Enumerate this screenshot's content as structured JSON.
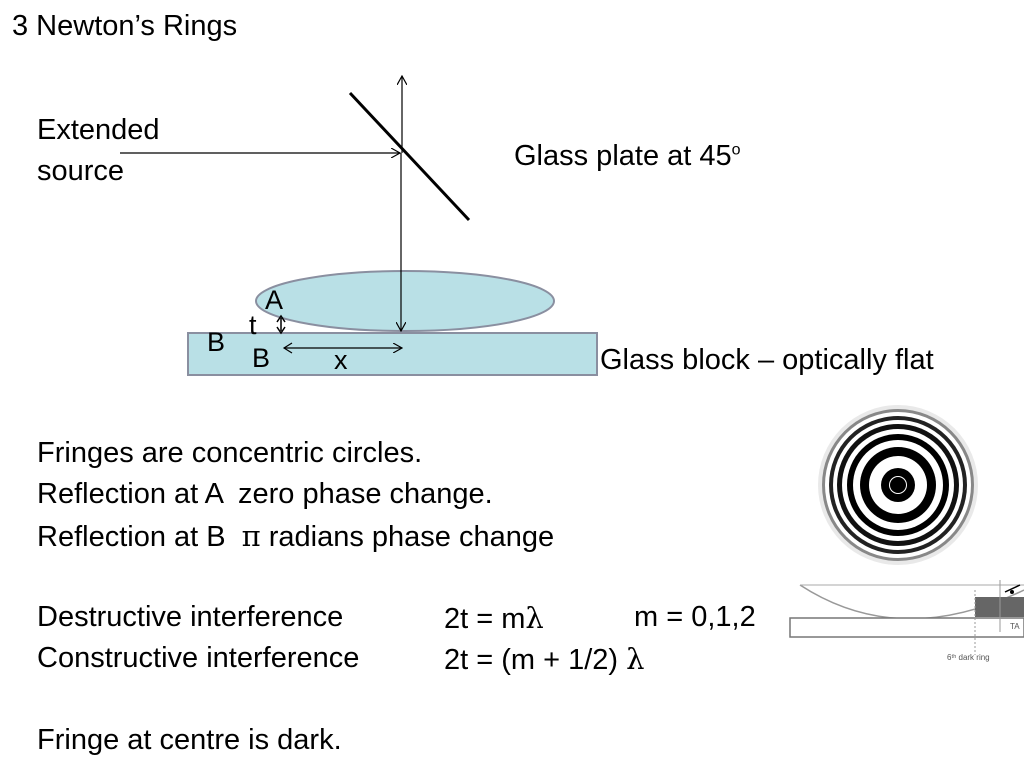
{
  "title": "3 Newton’s Rings",
  "diagram": {
    "source_label_1": "Extended",
    "source_label_2": "source",
    "plate_label": "Glass plate at 45",
    "plate_label_sup": "o",
    "label_A": "A",
    "label_t": "t",
    "label_B_left": "B",
    "label_B_inner": "B",
    "label_x": "x",
    "block_label": "Glass block – optically flat",
    "colors": {
      "lens_fill": "#b9e0e6",
      "lens_stroke": "#8a8fa0",
      "block_fill": "#b9e0e6",
      "line": "#000000"
    }
  },
  "text": {
    "line1": "Fringes are concentric circles.",
    "line2_a": "Reflection at A",
    "line2_b": "zero phase change.",
    "line3_a": "Reflection at B",
    "line3_pi": "π",
    "line3_b": "radians phase change",
    "destructive_label": "Destructive interference",
    "destructive_eq": "2t = m",
    "lambda": "λ",
    "m_values": "m = 0,1,2",
    "constructive_label": "Constructive interference",
    "constructive_eq": "2t = (m + 1/2)",
    "centre_note": "Fringe at centre is dark."
  },
  "inset": {
    "caption": "6ᵗʰ dark ring",
    "side_text": "TA"
  }
}
